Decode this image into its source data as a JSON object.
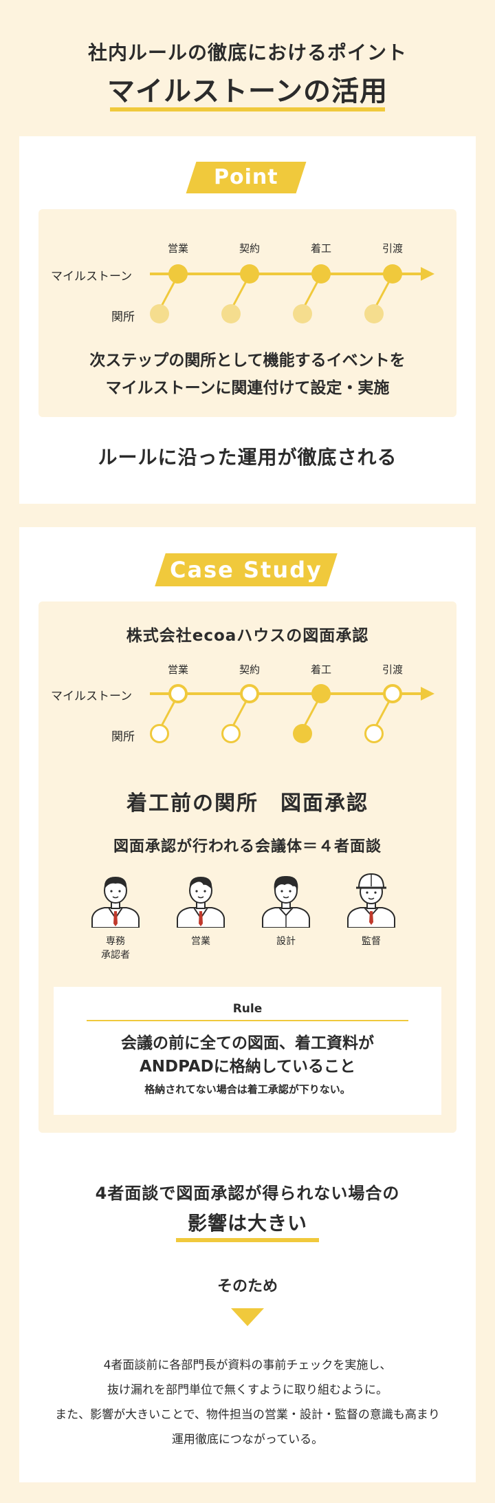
{
  "header": {
    "subtitle": "社内ルールの徹底におけるポイント",
    "title": "マイルストーンの活用"
  },
  "point_card": {
    "banner": "Point",
    "timeline": {
      "row_label_milestone": "マイルストーン",
      "row_label_gate": "関所",
      "stages": [
        "営業",
        "契約",
        "着工",
        "引渡"
      ]
    },
    "description_line1": "次ステップの関所として機能するイベントを",
    "description_line2": "マイルストーンに関連付けて設定・実施",
    "conclusion": "ルールに沿った運用が徹底される"
  },
  "case_card": {
    "banner": "Case Study",
    "heading": "株式会社ecoaハウスの図面承認",
    "timeline": {
      "row_label_milestone": "マイルストーン",
      "row_label_gate": "関所",
      "stages": [
        "営業",
        "契約",
        "着工",
        "引渡"
      ]
    },
    "gate_title": "着工前の関所　図面承認",
    "meeting_title": "図面承認が行われる会議体＝４者面談",
    "people": [
      {
        "label1": "専務",
        "label2": "承認者"
      },
      {
        "label1": "営業",
        "label2": ""
      },
      {
        "label1": "設計",
        "label2": ""
      },
      {
        "label1": "監督",
        "label2": ""
      }
    ],
    "rule": {
      "title": "Rule",
      "line1": "会議の前に全ての図面、着工資料が",
      "line2": "ANDPADに格納していること",
      "sub": "格納されてない場合は着工承認が下りない。"
    },
    "impact_line1": "4者面談で図面承認が得られない場合の",
    "impact_line2": "影響は大きい",
    "therefore": "そのため",
    "closing": [
      "4者面談前に各部門長が資料の事前チェックを実施し、",
      "抜け漏れを部門単位で無くすように取り組むように。",
      "また、影響が大きいことで、物件担当の営業・設計・監督の意識も高まり",
      "運用徹底につながっている。"
    ]
  },
  "colors": {
    "background": "#fdf3de",
    "accent": "#f0c93c",
    "card": "#ffffff",
    "text": "#2b2b2b"
  }
}
